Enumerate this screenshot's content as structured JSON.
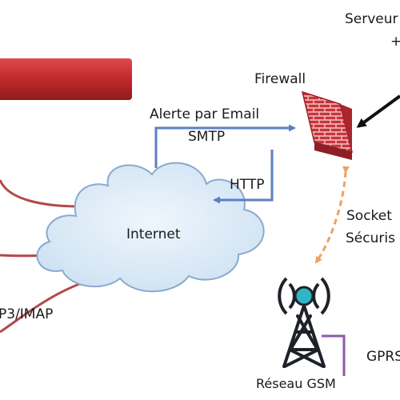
{
  "labels": {
    "server_line1": "Serveur",
    "server_line2": "+",
    "firewall": "Firewall",
    "alert_line1": "Alerte par Email",
    "alert_line2": "SMTP",
    "http": "HTTP",
    "internet": "Internet",
    "socket_line1": "Socket",
    "socket_line2": "Sécuris",
    "pop3_imap": "P3/IMAP",
    "gsm_network": "Réseau GSM",
    "gprs": "GPRS"
  },
  "colors": {
    "red_bar": "#c0292b",
    "red_arrow": "#b5474a",
    "blue_arrow": "#5b7fc2",
    "orange_link": "#f0a060",
    "purple_link": "#8c5aa8",
    "cloud_fill": "#dcebf7",
    "cloud_stroke": "#8aa9cf",
    "brick": "#c8343b",
    "tower": "#1e2228",
    "tower_beacon": "#2fb5c8"
  },
  "icons": [
    "cloud-icon",
    "firewall-brick-icon",
    "gsm-tower-icon"
  ]
}
